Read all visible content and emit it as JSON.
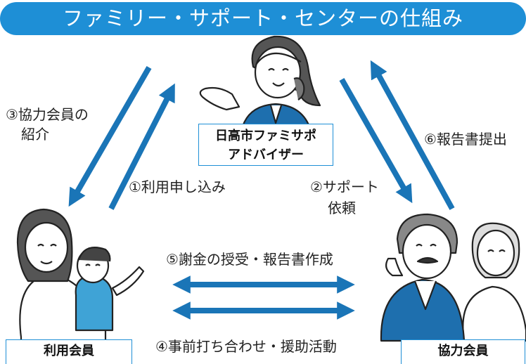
{
  "title": "ファミリー・サポート・センターの仕組み",
  "nodes": {
    "advisor": {
      "line1": "日高市ファミサポ",
      "line2": "アドバイザー"
    },
    "user": {
      "label": "利用会員"
    },
    "helper": {
      "label": "協力会員"
    }
  },
  "flows": {
    "apply": "①利用申し込み",
    "request_1": "②サポート",
    "request_2": "依頼",
    "introduce_1": "③協力会員の",
    "introduce_2": "紹介",
    "meeting": "④事前打ち合わせ・援助活動",
    "payment": "⑤謝金の授受・報告書作成",
    "report": "⑥報告書提出"
  },
  "colors": {
    "accent": "#1e8fd6",
    "arrow": "#1a75b7"
  }
}
